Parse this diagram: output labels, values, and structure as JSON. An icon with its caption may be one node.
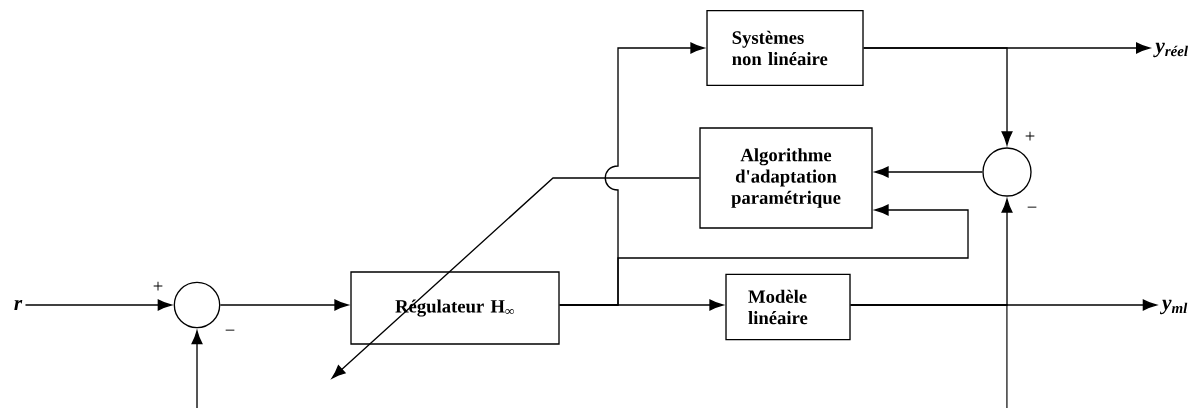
{
  "diagram": {
    "nodes": [
      {
        "text": [
          "r"
        ]
      },
      {
        "text": [],
        "shape": "circle"
      },
      {
        "text": [
          "Régulateur H$_{∞}$"
        ]
      },
      {
        "text": [
          "Systèmes non linéaire"
        ]
      },
      {
        "text": [
          "Algorithme d'adaptation paramétrique"
        ]
      },
      {
        "text": [
          "Modèle linéaire"
        ]
      },
      {
        "text": [],
        "shape": "circle"
      },
      {
        "text": [
          "y$_{réel}$"
        ]
      },
      {
        "text": [
          "y$_{ml}$"
        ]
      }
    ],
    "edges": [
      {
        "from": 0,
        "to": 1,
        "arrow": "to"
      },
      {
        "from": 1,
        "to": 2,
        "arrow": "to"
      },
      {
        "from": 2,
        "to": 3,
        "arrow": "to"
      },
      {
        "from": 2,
        "to": 5,
        "arrow": "to"
      },
      {
        "from": 2,
        "to": 4,
        "arrow": "to"
      },
      {
        "from": 4,
        "to": 2,
        "arrow": "to"
      },
      {
        "from": 6,
        "to": 4,
        "arrow": "to"
      },
      {
        "from": 3,
        "to": 7,
        "arrow": "to"
      },
      {
        "from": 3,
        "to": 6,
        "arrow": "to"
      },
      {
        "from": 5,
        "to": 8,
        "arrow": "to"
      },
      {
        "from": 5,
        "to": 6,
        "arrow": "to"
      },
      {
        "from": 5,
        "to": null,
        "arrow": "none"
      },
      {
        "from": null,
        "to": 1,
        "arrow": "to"
      }
    ],
    "labels": [
      "+",
      "−",
      "+",
      "−"
    ]
  }
}
